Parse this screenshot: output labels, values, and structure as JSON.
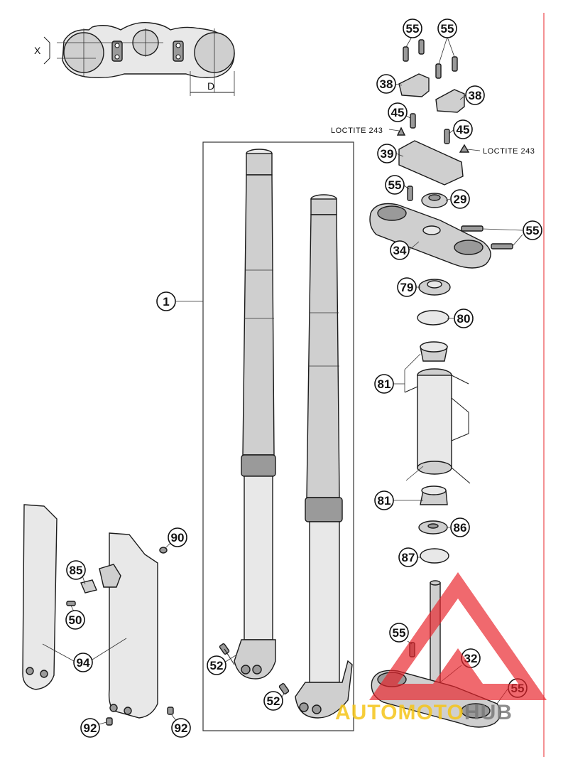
{
  "callouts": {
    "c1": "1",
    "c29": "29",
    "c32": "32",
    "c34": "34",
    "c38a": "38",
    "c38b": "38",
    "c39": "39",
    "c45a": "45",
    "c45b": "45",
    "c50": "50",
    "c52a": "52",
    "c52b": "52",
    "c55a": "55",
    "c55b": "55",
    "c55c": "55",
    "c55d": "55",
    "c55e": "55",
    "c55f": "55",
    "c79": "79",
    "c80": "80",
    "c81a": "81",
    "c81b": "81",
    "c85": "85",
    "c86": "86",
    "c87": "87",
    "c90": "90",
    "c92a": "92",
    "c92b": "92",
    "c94": "94"
  },
  "labels": {
    "loctite_left": "LOCTITE 243",
    "loctite_right": "LOCTITE 243",
    "dim_x": "X",
    "dim_d": "D"
  },
  "watermark": {
    "text_auto": "AUTO",
    "text_moto": "MOTO",
    "text_hub": "HUB",
    "color_triangle": "#e8232a",
    "color_auto": "#f5c518",
    "color_hub": "#7a7a7a"
  },
  "colors": {
    "margin_line": "#e8232a"
  }
}
